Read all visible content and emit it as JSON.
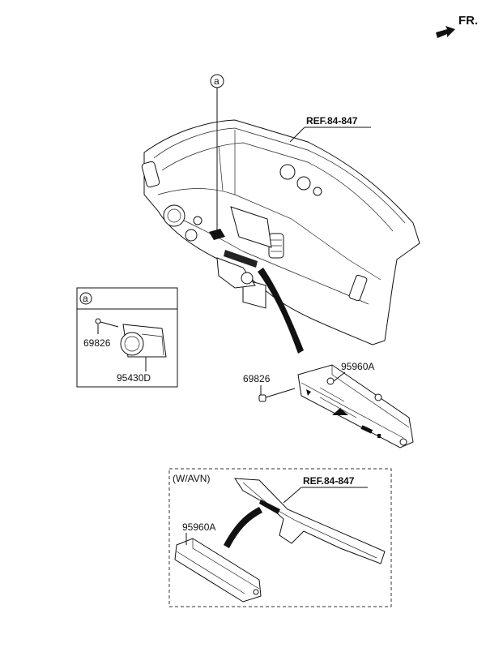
{
  "orientation": {
    "label": "FR."
  },
  "references": {
    "dashboard_ref": "REF.84-847",
    "avn_ref": "REF.84-847"
  },
  "callout": {
    "letter": "a"
  },
  "detail_box": {
    "letter": "a",
    "screw_part": "69826",
    "switch_part": "95430D"
  },
  "main_parts": {
    "screw_part": "69826",
    "switch_panel_part": "95960A"
  },
  "avn_box": {
    "title": "(W/AVN)",
    "switch_panel_part": "95960A"
  }
}
